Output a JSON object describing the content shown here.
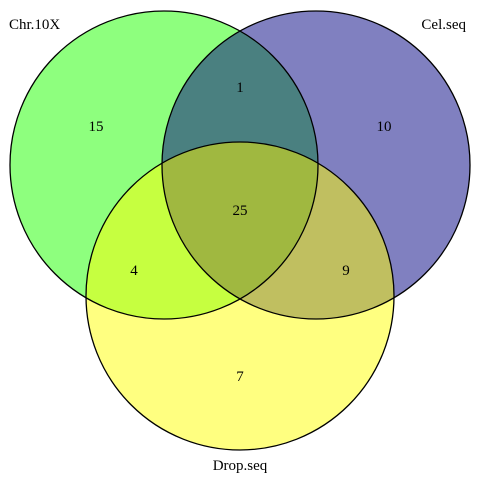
{
  "sets": [
    {
      "name": "Chr.10X",
      "color": "#8EFF7E"
    },
    {
      "name": "Cel.seq",
      "color": "#8080C0"
    },
    {
      "name": "Drop.seq",
      "color": "#FFFF80"
    }
  ],
  "regions": {
    "chr_only": "15",
    "cel_only": "10",
    "drop_only": "7",
    "chr_cel": "1",
    "chr_drop": "4",
    "cel_drop": "9",
    "all": "25"
  },
  "region_colors": {
    "chr_cel": "#4A8080",
    "chr_drop": "#C6FF40",
    "cel_drop": "#C0BF60",
    "all": "#A0B840"
  }
}
